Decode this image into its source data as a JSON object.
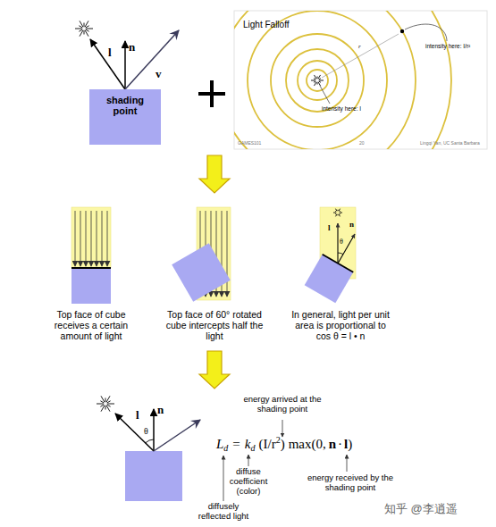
{
  "diagram": {
    "nodes": [
      {
        "text": [
          "shading point"
        ]
      }
    ],
    "labels": [
      "l",
      "n",
      "v",
      "Light Falloff",
      "r",
      "intensity here: I/r²",
      "intensity here: I",
      "GAMES101",
      "20",
      "Lingqi Yan, UC Santa Barbara",
      "Top face of cube receives a certain amount of light",
      "Top face of 60° rotated cube intercepts half the light",
      "In general, light per unit area is proportional to cos θ = l • n",
      "l",
      "n",
      "θ",
      "l",
      "n",
      "θ",
      "energy arrived at the shading point",
      "diffuse coefficient (color)",
      "energy received by the shading point",
      "diffusely reflected light",
      "L",
      "d",
      "=",
      "k",
      "d",
      "(I/r",
      "2",
      ")",
      "max(0,",
      "n",
      "·",
      "l",
      ")",
      "知乎 @李逍遥"
    ]
  }
}
